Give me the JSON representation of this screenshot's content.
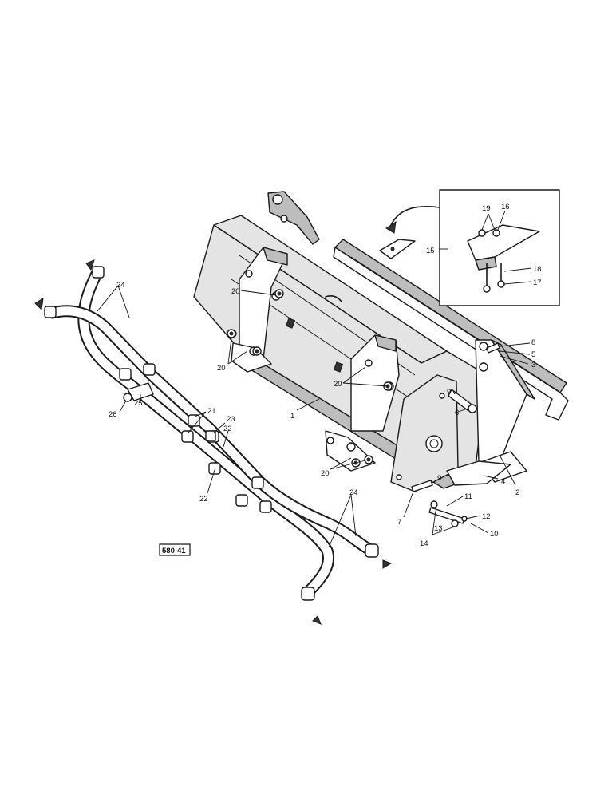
{
  "figure": {
    "reference_code": "580-41",
    "callouts": {
      "c1": "1",
      "c2": "2",
      "c3": "3",
      "c4": "4",
      "c5": "5",
      "c6": "6",
      "c7": "7",
      "c8": "8",
      "c9a": "9",
      "c9b": "9",
      "c10": "10",
      "c11": "11",
      "c12": "12",
      "c13": "13",
      "c14": "14",
      "c15": "15",
      "c16": "16",
      "c17": "17",
      "c18": "18",
      "c19": "19",
      "c20a": "20",
      "c20b": "20",
      "c20c": "20",
      "c20d": "20",
      "c21": "21",
      "c22a": "22",
      "c22b": "22",
      "c23": "23",
      "c24a": "24",
      "c24b": "24",
      "c25": "25",
      "c26": "26"
    }
  }
}
